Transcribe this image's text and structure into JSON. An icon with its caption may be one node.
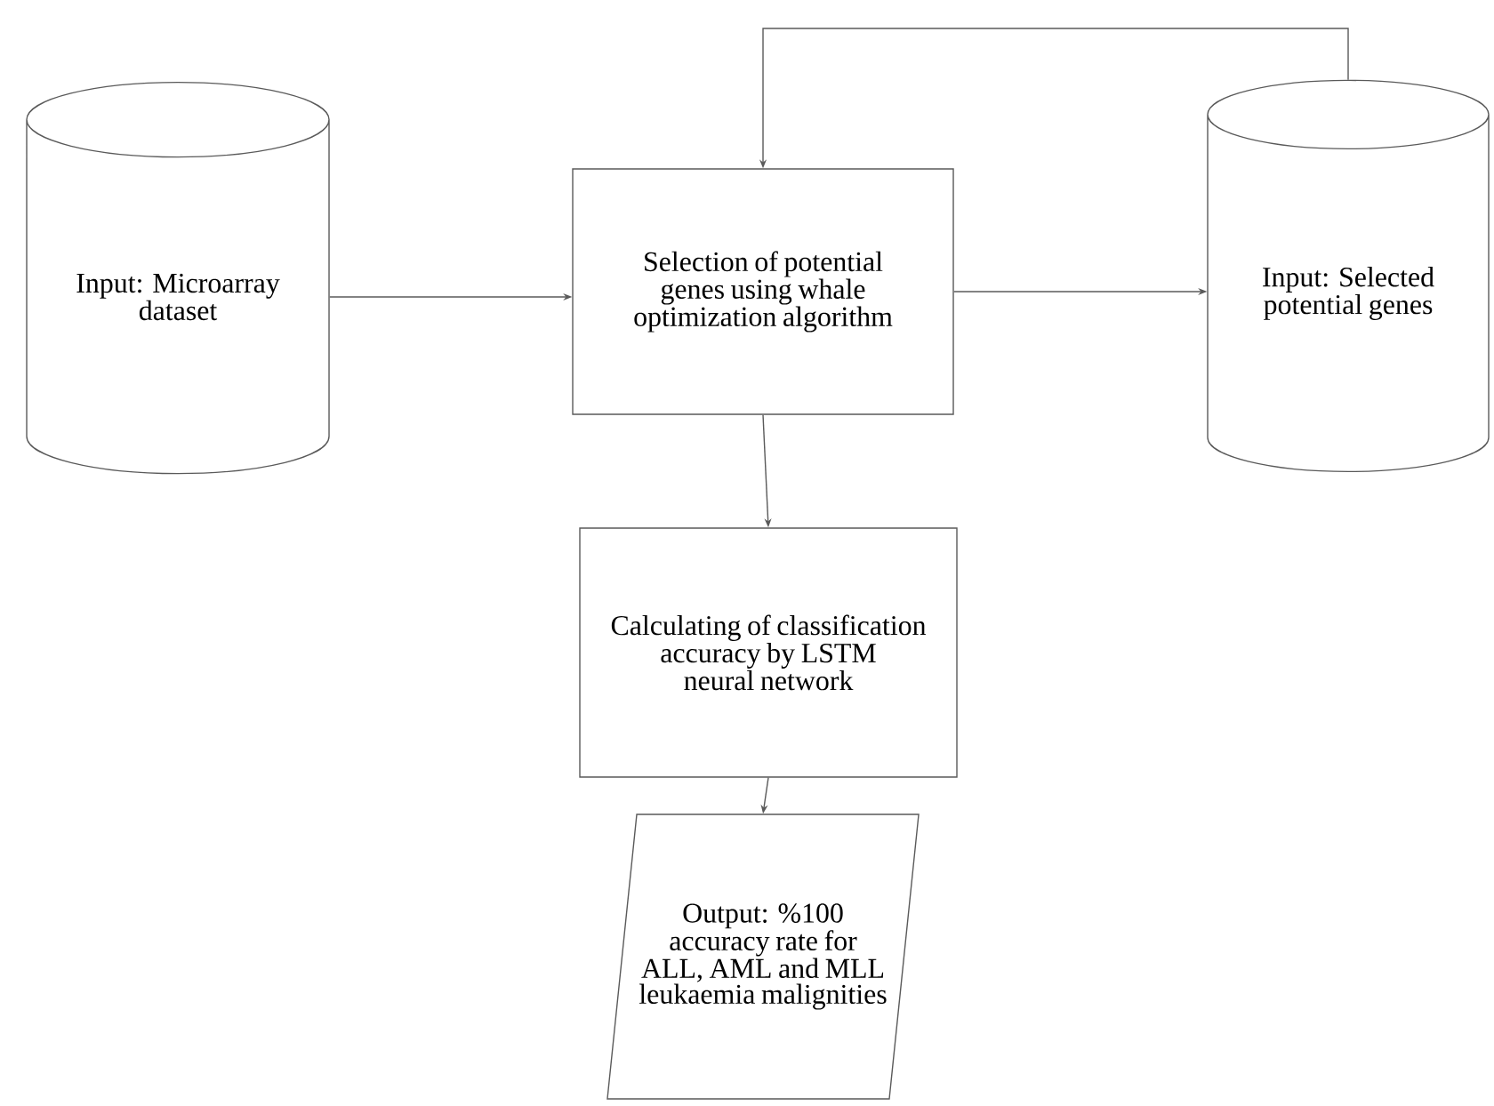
{
  "diagram": {
    "nodes": [
      {
        "text": [
          "Input: Microarray dataset"
        ]
      },
      {
        "text": [
          "Selection of potential genes using whale optimization algorithm"
        ]
      },
      {
        "text": [
          "Input: Selected potential genes"
        ]
      },
      {
        "text": [
          "Calculating of classification accuracy by LSTM neural network"
        ]
      },
      {
        "text": [
          "Output: %100 accuracy rate for ALL, AML and MLL leukaemia malignities"
        ]
      }
    ],
    "edges": [
      {
        "from": 0,
        "to": 1,
        "arrow": "to"
      },
      {
        "from": 1,
        "to": 2,
        "arrow": "to"
      },
      {
        "from": 2,
        "to": 1,
        "arrow": "to"
      },
      {
        "from": 1,
        "to": 3,
        "arrow": "to"
      },
      {
        "from": 3,
        "to": 4,
        "arrow": "to"
      }
    ]
  }
}
